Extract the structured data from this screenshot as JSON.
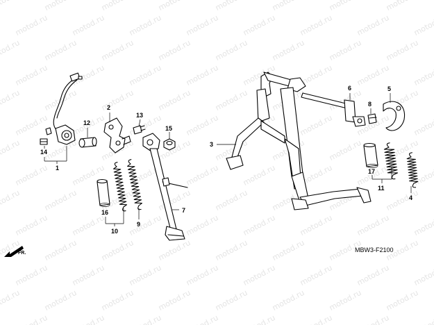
{
  "watermark": "motod.ru",
  "diagram_code": "MBW3-F2100",
  "front_arrow_label": "FR.",
  "callouts": {
    "c1": "1",
    "c2": "2",
    "c3": "3",
    "c4": "4",
    "c5": "5",
    "c6": "6",
    "c7": "7",
    "c8": "8",
    "c9": "9",
    "c10": "10",
    "c11": "11",
    "c12": "12",
    "c13": "13",
    "c14": "14",
    "c15": "15",
    "c16": "16",
    "c17": "17"
  }
}
